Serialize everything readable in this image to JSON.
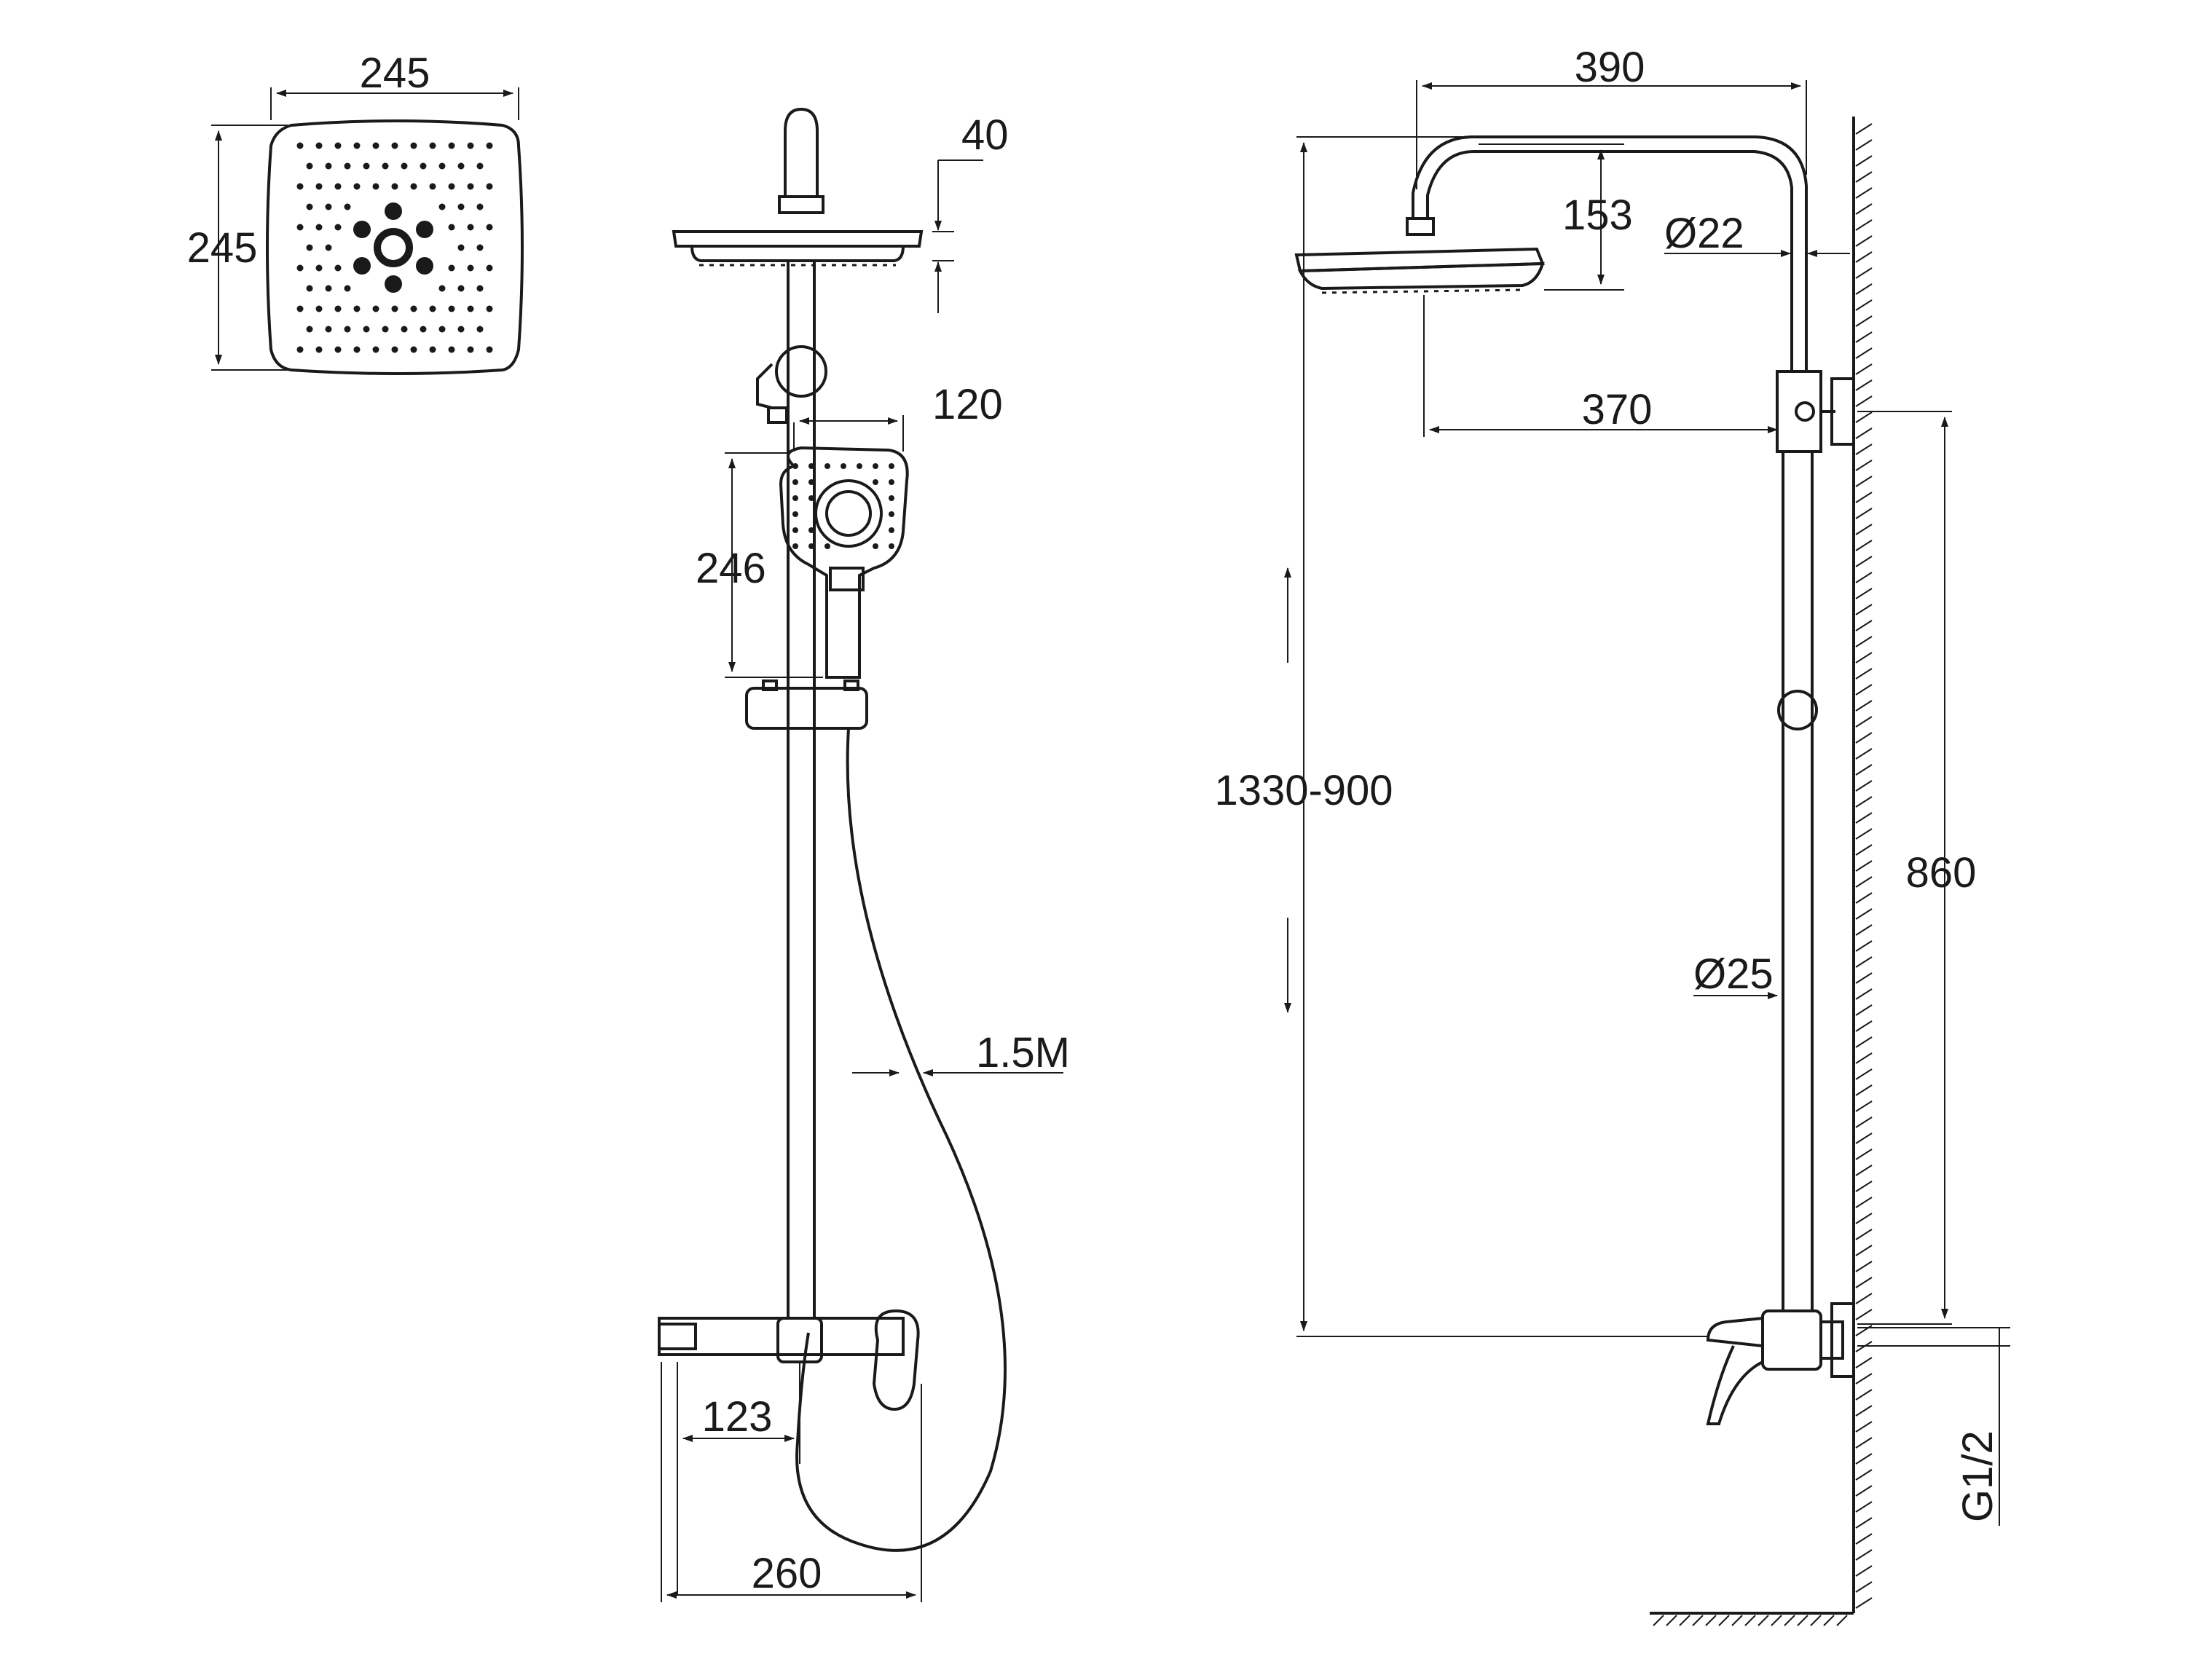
{
  "dimensions": {
    "head_width": "245",
    "head_height": "245",
    "head_thickness": "40",
    "hand_width": "120",
    "hand_length": "246",
    "hose_length": "1.5M",
    "spout_reach": "123",
    "mixer_length": "260",
    "arm_reach": "390",
    "arm_drop": "153",
    "arm_diameter": "Ø22",
    "head_offset": "370",
    "height_range": "1330-900",
    "pipe_diameter": "Ø25",
    "bracket_spacing": "860",
    "thread": "G1/2"
  },
  "colors": {
    "line": "#1a1a1a",
    "background": "#ffffff"
  }
}
